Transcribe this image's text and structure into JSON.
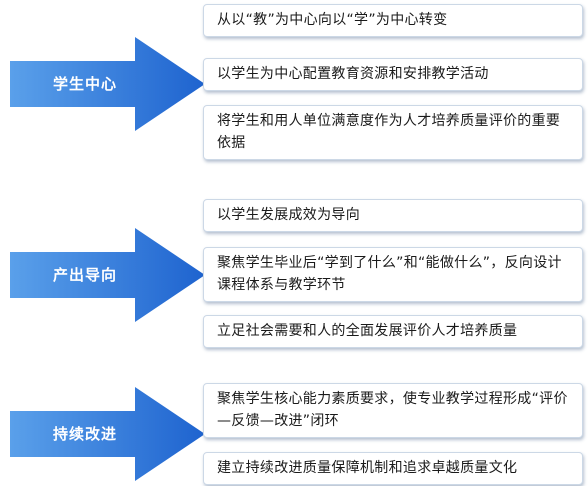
{
  "groups": [
    {
      "label": "学生中心",
      "items": [
        "从以“教”为中心向以“学”为中心转变",
        "以学生为中心配置教育资源和安排教学活动",
        "将学生和用人单位满意度作为人才培养质量评价的重要依据"
      ]
    },
    {
      "label": "产出导向",
      "items": [
        "以学生发展成效为导向",
        "聚焦学生毕业后“学到了什么”和“能做什么”，反向设计课程体系与教学环节",
        "立足社会需要和人的全面发展评价人才培养质量"
      ]
    },
    {
      "label": "持续改进",
      "items": [
        "聚焦学生核心能力素质要求，使专业教学过程形成“评价—反馈—改进”闭环",
        "建立持续改进质量保障机制和追求卓越质量文化"
      ]
    }
  ],
  "colors": {
    "arrow_light": "#5aa0ea",
    "arrow_dark": "#1e63cf",
    "box_border": "#ccd8e6",
    "text": "#1a1a1a"
  }
}
